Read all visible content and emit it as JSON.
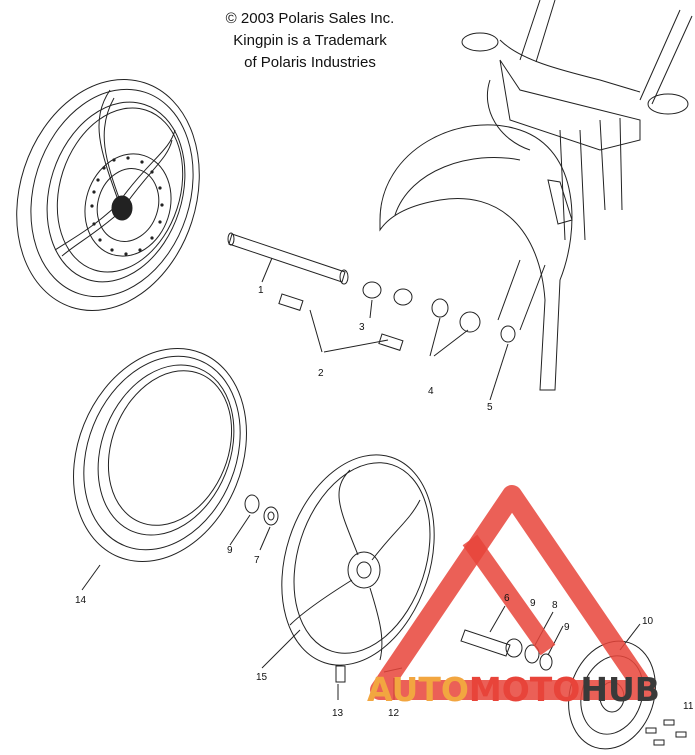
{
  "copyright": {
    "line1": "© 2003 Polaris Sales Inc.",
    "line2": "Kingpin is a Trademark",
    "line3": "of Polaris Industries"
  },
  "callouts": [
    "1",
    "2",
    "3",
    "4",
    "5",
    "6",
    "7",
    "8",
    "9",
    "9",
    "9",
    "10",
    "11",
    "12",
    "13",
    "14",
    "15"
  ],
  "watermark": {
    "part1": "AUTO",
    "part2": "MOTO",
    "part3": "HUB",
    "colors": {
      "red": "#e8443a",
      "orange": "#f2a640",
      "dark": "#3a3a3a"
    }
  }
}
